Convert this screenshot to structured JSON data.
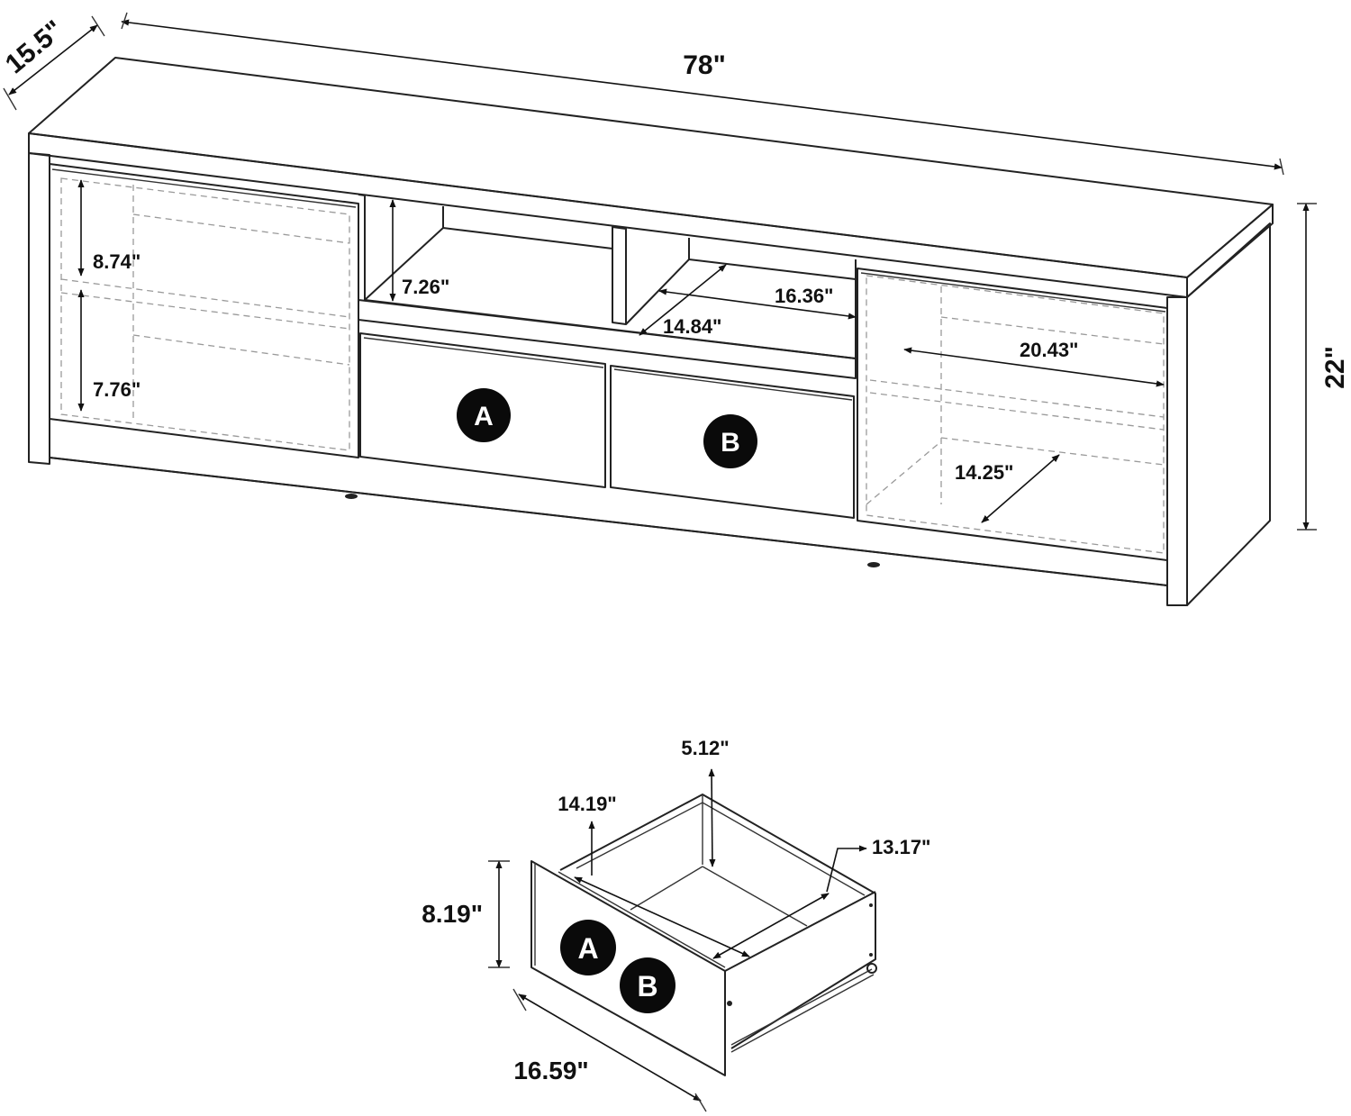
{
  "overall": {
    "width": "78\"",
    "depth": "15.5\"",
    "height": "22\""
  },
  "left_cabinet": {
    "upper_shelf_height": "8.74\"",
    "lower_shelf_height": "7.76\""
  },
  "center_open_shelf": {
    "height": "7.26\"",
    "width": "16.36\"",
    "depth": "14.84\""
  },
  "right_cabinet": {
    "interior_width": "20.43\"",
    "interior_depth": "14.25\""
  },
  "drawer_labels": {
    "a": "A",
    "b": "B"
  },
  "drawer_detail": {
    "inner_height": "5.12\"",
    "inner_width": "14.19\"",
    "inner_depth": "13.17\"",
    "front_height": "8.19\"",
    "front_width": "16.59\"",
    "label_a": "A",
    "label_b": "B"
  }
}
